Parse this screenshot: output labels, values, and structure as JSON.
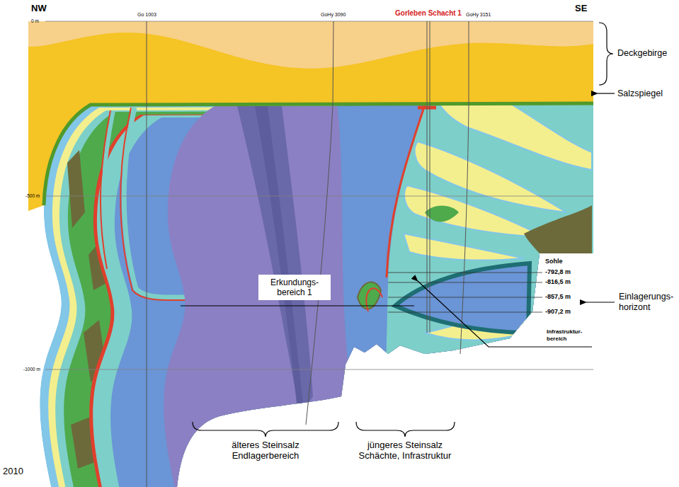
{
  "diagram": {
    "nodes": [
      {
        "text": [
          "Erkundungs- bereich 1"
        ]
      }
    ],
    "labels": [
      "NW",
      "Go 1003",
      "GoHy 3090",
      "Gorleben Schacht 1",
      "GoHy 3151",
      "SE",
      "Deckgebirge",
      "Salzspiegel",
      "0 m",
      "-500 m",
      "-1000 m",
      "Sohle",
      "-792,8 m",
      "-816,5 m",
      "-857,5 m",
      "-907,2 m",
      "Einlagerungs- horizont",
      "Infrastruktur- bereich",
      "älteres Steinsalz Endlagerbereich",
      "jüngeres Steinsalz Schächte, Infrastruktur",
      "2010"
    ]
  }
}
